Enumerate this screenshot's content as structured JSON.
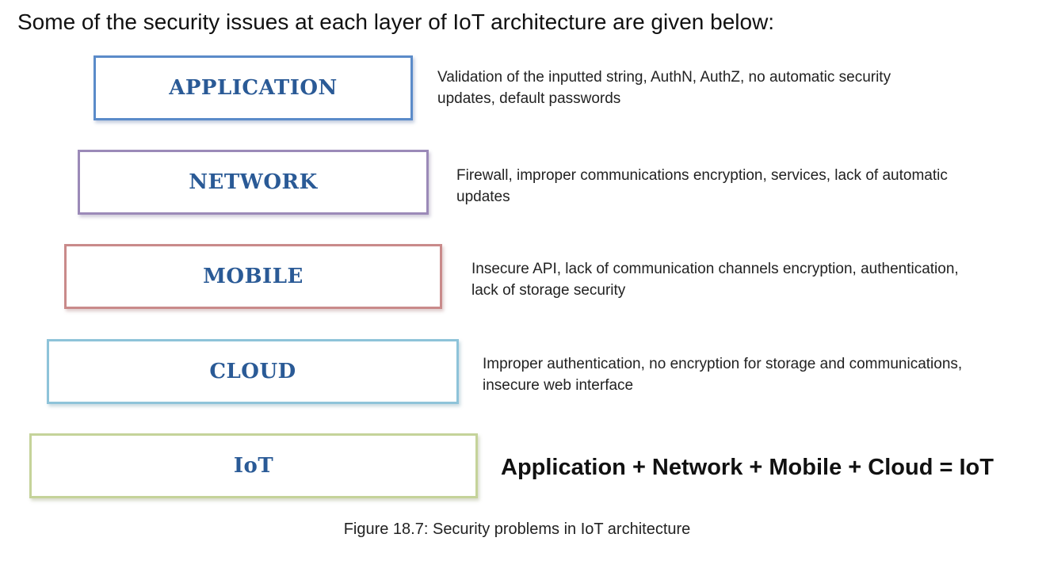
{
  "intro": "Some of the security issues at each layer of IoT architecture are given below:",
  "layers": [
    {
      "name": "APPLICATION",
      "issues_line1": "Validation of the inputted string, AuthN, AuthZ, no automatic security",
      "issues_line2": "updates, default passwords",
      "border_color": "#5b8bc9"
    },
    {
      "name": "NETWORK",
      "issues_line1": "Firewall, improper communications encryption, services, lack of automatic",
      "issues_line2": "updates",
      "border_color": "#9b8ab8"
    },
    {
      "name": "MOBILE",
      "issues_line1": "Insecure API, lack of communication channels encryption, authentication,",
      "issues_line2": "lack of storage security",
      "border_color": "#c98a8a"
    },
    {
      "name": "CLOUD",
      "issues_line1": "Improper authentication, no encryption for storage and communications,",
      "issues_line2": "insecure web interface",
      "border_color": "#8ec3d9"
    },
    {
      "name": "IoT",
      "border_color": "#c5d39a"
    }
  ],
  "equation": "Application + Network + Mobile + Cloud = IoT",
  "caption": "Figure 18.7: Security problems in IoT architecture"
}
